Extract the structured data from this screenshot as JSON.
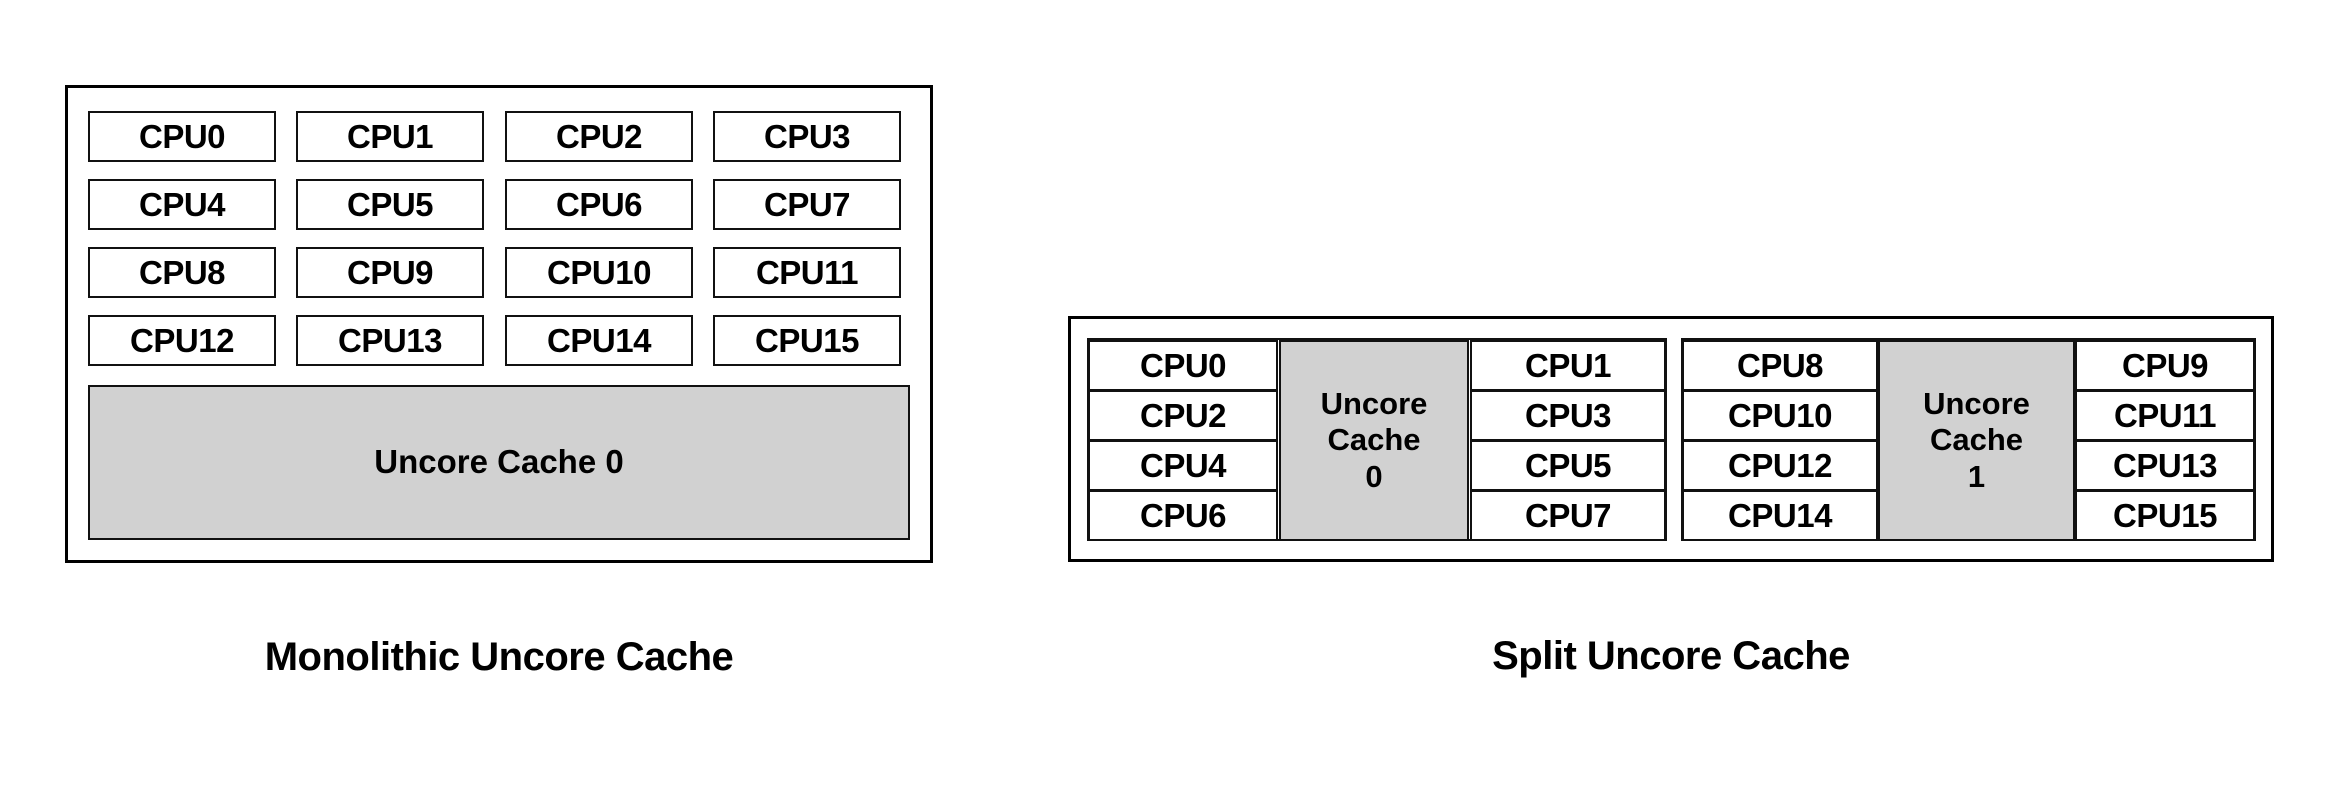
{
  "figures": [
    {
      "id": "monolithic",
      "caption": "Monolithic Uncore Cache",
      "cpus": [
        "CPU0",
        "CPU1",
        "CPU2",
        "CPU3",
        "CPU4",
        "CPU5",
        "CPU6",
        "CPU7",
        "CPU8",
        "CPU9",
        "CPU10",
        "CPU11",
        "CPU12",
        "CPU13",
        "CPU14",
        "CPU15"
      ],
      "cache": "Uncore Cache 0"
    },
    {
      "id": "split",
      "caption": "Split Uncore Cache",
      "groups": [
        {
          "left_cpus": [
            "CPU0",
            "CPU2",
            "CPU4",
            "CPU6"
          ],
          "cache": "Uncore\nCache\n0",
          "right_cpus": [
            "CPU1",
            "CPU3",
            "CPU5",
            "CPU7"
          ]
        },
        {
          "left_cpus": [
            "CPU8",
            "CPU10",
            "CPU12",
            "CPU14"
          ],
          "cache": "Uncore\nCache\n1",
          "right_cpus": [
            "CPU9",
            "CPU11",
            "CPU13",
            "CPU15"
          ]
        }
      ]
    }
  ],
  "colors": {
    "cache_fill": "#d1d1d1",
    "box_stroke": "#111111",
    "frame_stroke": "#000000",
    "background": "#ffffff",
    "text": "#000000"
  }
}
